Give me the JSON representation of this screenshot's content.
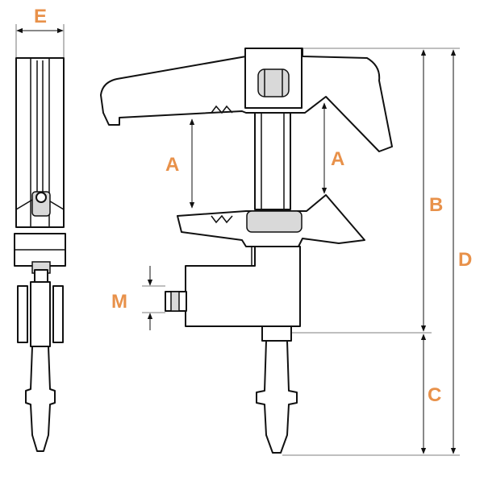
{
  "diagram": {
    "accent_color": "#E8914A",
    "line_color": "#111111",
    "dimension_labels": {
      "e": "E",
      "a_left": "A",
      "a_right": "A",
      "b": "B",
      "c": "C",
      "d": "D",
      "m": "M"
    },
    "views": [
      "side-view",
      "front-view"
    ]
  }
}
